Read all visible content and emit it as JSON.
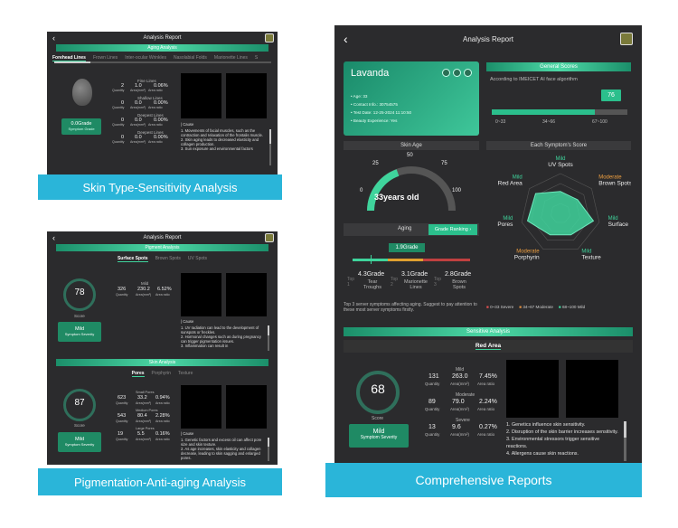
{
  "panel1": {
    "title": "Analysis Report",
    "section": "Aging Analysis",
    "tabs": [
      "Forehead Lines",
      "Frown Lines",
      "Inter-ocular Wrinkles",
      "Nasolabial Folds",
      "Marionette Lines",
      "S"
    ],
    "grade": "0.0Grade",
    "grade_sub": "Symptom Grade",
    "rows": [
      {
        "name": "Fine Lines",
        "q": "2",
        "a": "1.0",
        "r": "0.06%"
      },
      {
        "name": "Shallow Lines",
        "q": "0",
        "a": "0.0",
        "r": "0.00%"
      },
      {
        "name": "Deepest Lines",
        "q": "0",
        "a": "0.0",
        "r": "0.00%"
      },
      {
        "name": "Deepest Lines",
        "q": "0",
        "a": "0.0",
        "r": "0.00%"
      }
    ],
    "col_q": "Quantity",
    "col_a": "Area(mm²)",
    "col_r": "Area ratio",
    "cause_title": "| Cause",
    "cause": "1. Movements of facial muscles, such as the contraction and relaxation of the frontalis muscle.\n2. Skin aging leads to decreased elasticity and collagen production.\n3. Sun exposure and environmental factors",
    "caption": "Skin Type-Sensitivity Analysis"
  },
  "panel2": {
    "title": "Analysis Report",
    "section": "Pigment Analysis",
    "tabs": [
      "Surface Spots",
      "Brown Spots",
      "UV Spots"
    ],
    "score": "78",
    "score_lbl": "Score",
    "severity": "Mild",
    "severity_sub": "Symptom Severity",
    "mild": "Mild",
    "q": "326",
    "a": "230.2",
    "r": "6.52%",
    "col_q": "Quantity",
    "col_a": "Area(mm²)",
    "col_r": "Area ratio",
    "cause_title": "| Cause",
    "cause": "1. UV radiation can lead to the development of sunspots or freckles.\n2. Hormonal changes such as during pregnancy can trigger pigmentation issues.\n3. Inflammation can result in",
    "section2": "Skin Analysis",
    "tabs2": [
      "Pores",
      "Porphyrin",
      "Texture"
    ],
    "score2": "87",
    "score2_lbl": "Score",
    "severity2": "Mild",
    "severity2_sub": "Symptom Severity",
    "rows": [
      {
        "name": "Small Pores",
        "q": "623",
        "a": "33.2",
        "r": "0.94%"
      },
      {
        "name": "Medium Pores",
        "q": "543",
        "a": "80.4",
        "r": "2.28%"
      },
      {
        "name": "Large Pores",
        "q": "19",
        "a": "5.5",
        "r": "0.16%"
      }
    ],
    "cause2_title": "| Cause",
    "cause2": "1. Genetic factors and excess oil can affect pore size and skin texture.\n2. As age increases, skin elasticity and collagen decrease, leading to skin sagging and enlarged pores.",
    "caption": "Pigmentation-Anti-aging Analysis"
  },
  "panel3": {
    "title": "Analysis Report",
    "name": "Lavanda",
    "info": [
      "• Age: 33",
      "• Contact Info.: 30754575",
      "• Test Date: 12-25-2024 11:10:50",
      "• Beauty Experience: Yes"
    ],
    "general": "General Scores",
    "general_sub": "According to IMEICET AI face algorithm",
    "gscore": "76",
    "gscore_v": 0.76,
    "ranges": [
      "0~33",
      "34~66",
      "67~100"
    ],
    "skin_age": "Skin Age",
    "gauge_ticks": [
      "0",
      "25",
      "50",
      "75",
      "100"
    ],
    "age_val": "33years old",
    "each": "Each Symptom's Score",
    "radar": [
      {
        "name": "UV Spots",
        "tag": "Mild",
        "v": 0.55
      },
      {
        "name": "Brown Spots",
        "tag": "Moderate",
        "v": 0.55
      },
      {
        "name": "Surface",
        "tag": "Mild",
        "v": 0.85
      },
      {
        "name": "Texture",
        "tag": "Mild",
        "v": 0.6
      },
      {
        "name": "Porphyrin",
        "tag": "Moderate",
        "v": 0.6
      },
      {
        "name": "Pores",
        "tag": "Mild",
        "v": 0.85
      },
      {
        "name": "Red Area",
        "tag": "Mild",
        "v": 0.8
      }
    ],
    "aging": "Aging",
    "grade_rank": "Grade Ranking",
    "grade_val": "1.9Grade",
    "top3": [
      {
        "rank": "Top 1",
        "g": "4.3Grade",
        "n": "Tear Troughs"
      },
      {
        "rank": "Top 2",
        "g": "3.1Grade",
        "n": "Marionette Lines"
      },
      {
        "rank": "Top 3",
        "g": "2.8Grade",
        "n": "Brown Spots"
      }
    ],
    "top_note": "Top 3 server symptoms affecting aging. Suggest to pay attention to these most server symptoms firstly.",
    "legend": [
      "0~33 Severe",
      "34~67 Moderate",
      "68~100 Mild"
    ],
    "legend_colors": [
      "#e05050",
      "#e09040",
      "#3fd49c"
    ],
    "sens": "Sensitive Analysis",
    "red": "Red Area",
    "score": "68",
    "score_lbl": "Score",
    "severity": "Mild",
    "severity_sub": "Symptom Severity",
    "rows": [
      {
        "name": "Mild",
        "q": "131",
        "a": "263.0",
        "r": "7.45%"
      },
      {
        "name": "Moderate",
        "q": "89",
        "a": "79.0",
        "r": "2.24%"
      },
      {
        "name": "Severe",
        "q": "13",
        "a": "9.6",
        "r": "0.27%"
      }
    ],
    "col_q": "Quantity",
    "col_a": "Area(mm²)",
    "col_r": "Area ratio",
    "cause": [
      "1. Genetics influence skin sensitivity.",
      "2. Disruption of the skin barrier increases sensitivity.",
      "3. Environmental stressors trigger sensitive reactions.",
      "4. Allergens cause skin reactions."
    ],
    "caption": "Comprehensive Reports"
  }
}
